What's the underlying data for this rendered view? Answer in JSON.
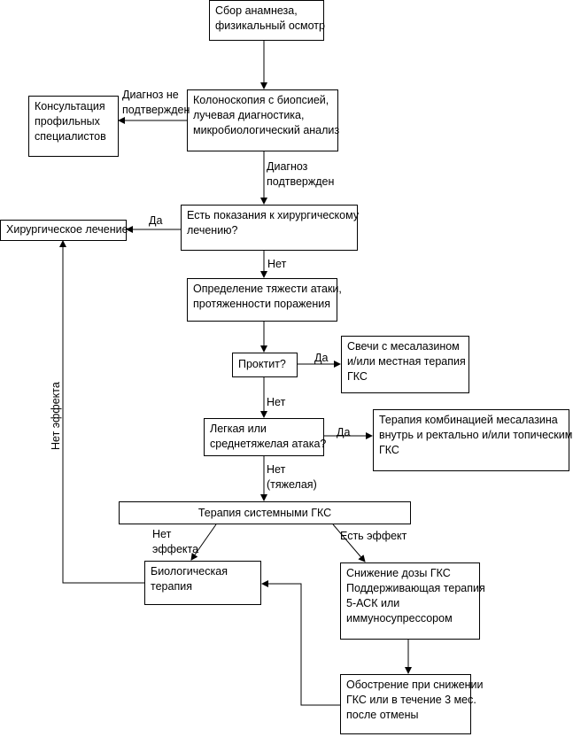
{
  "nodes": {
    "anamnesis": [
      "Сбор анамнеза,",
      "физикальный осмотр"
    ],
    "colonoscopy": [
      "Колоноскопия с биопсией,",
      "лучевая диагностика,",
      "микробиологический анализ"
    ],
    "consultation": [
      "Консультация",
      "профильных",
      "специалистов"
    ],
    "surgery_indication": [
      "Есть показания к хирургическому",
      "лечению?"
    ],
    "surgery": [
      "Хирургическое лечение"
    ],
    "severity": [
      "Определение тяжести атаки,",
      "протяженности поражения"
    ],
    "proctitis": [
      "Проктит?"
    ],
    "suppositories": [
      "Свечи с месалазином",
      "и/или местная терапия",
      "ГКС"
    ],
    "mild_moderate": [
      "Легкая или",
      "среднетяжелая атака?"
    ],
    "combination": [
      "Терапия комбинацией месалазина",
      "внутрь и ректально и/или топическими",
      "ГКС"
    ],
    "systemic": [
      "Терапия системными ГКС"
    ],
    "biologic": [
      "Биологическая",
      "терапия"
    ],
    "taper": [
      "Снижение дозы ГКС",
      "Поддерживающая терапия",
      "5-АСК или",
      "иммуносупрессором"
    ],
    "exacerbation": [
      "Обострение при снижении",
      "ГКС или в течение 3 мес.",
      "после отмены"
    ]
  },
  "edge_labels": {
    "not_confirmed": [
      "Диагноз не",
      "подтвержден"
    ],
    "confirmed": [
      "Диагноз",
      "подтвержден"
    ],
    "yes_surgery": [
      "Да"
    ],
    "no_surgery": [
      "Нет"
    ],
    "yes_proctitis": [
      "Да"
    ],
    "no_proctitis": [
      "Нет"
    ],
    "yes_mild": [
      "Да"
    ],
    "no_severe": [
      "Нет",
      "(тяжелая)"
    ],
    "no_effect": [
      "Нет",
      "эффекта"
    ],
    "has_effect": [
      "Есть эффект"
    ],
    "no_effect_vertical": "Нет эффекта"
  },
  "colors": {
    "line": "#000000",
    "background": "#ffffff"
  }
}
